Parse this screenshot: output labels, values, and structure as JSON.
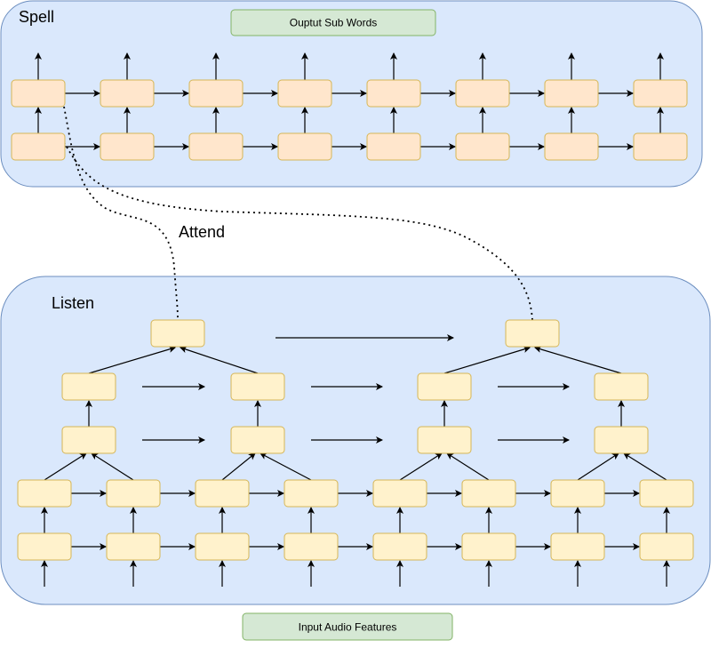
{
  "spell": {
    "title": "Spell",
    "output_label": "Ouptut Sub Words",
    "cells_per_row": 8,
    "rows": 2
  },
  "listen": {
    "title": "Listen",
    "input_label": "Input Audio Features",
    "base_cells_per_row": 8,
    "pyramid_cells_per_row": 4,
    "top_cells": 2
  },
  "attend_label": "Attend",
  "colors": {
    "panel_fill": "#dae8fc",
    "panel_stroke": "#6c8ebf",
    "spell_cell_fill": "#ffe6cc",
    "cell_stroke": "#d6b656",
    "listen_cell_fill": "#fff2cc",
    "label_box_fill": "#d5e8d4",
    "label_box_stroke": "#82b366",
    "arrow": "#000000"
  }
}
